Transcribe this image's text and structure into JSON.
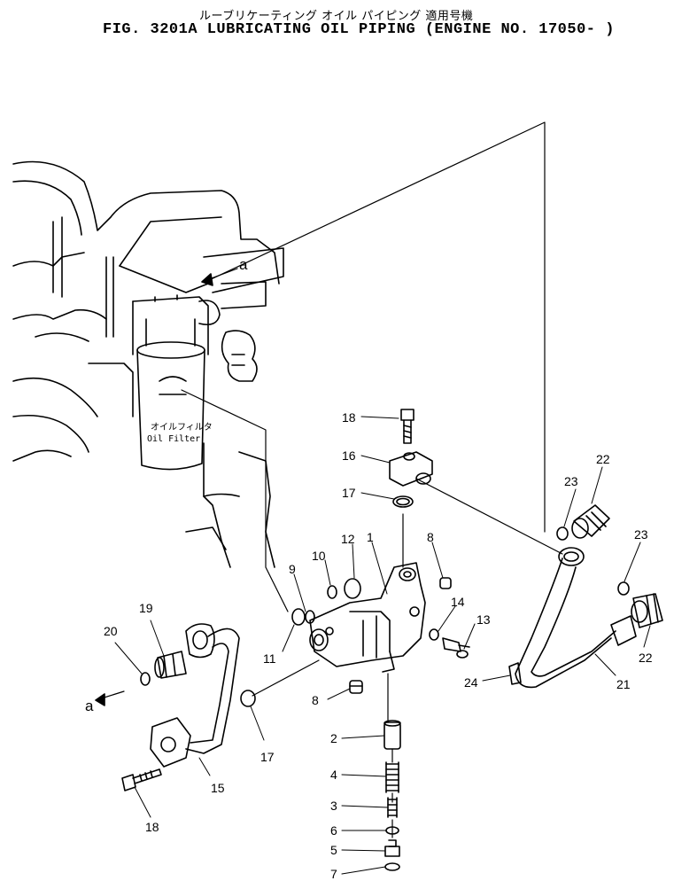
{
  "header": {
    "jp_title": "ルーブリケーティング オイル パイピング 適用号機",
    "en_title": "FIG. 3201A LUBRICATING OIL PIPING (ENGINE NO. 17050- )"
  },
  "filter": {
    "jp_label": "オイルフィルタ",
    "en_label": "Oil Filter"
  },
  "callouts": {
    "a_top": "a",
    "a_left": "a",
    "p1": "1",
    "p2": "2",
    "p3": "3",
    "p4": "4",
    "p5": "5",
    "p6": "6",
    "p7": "7",
    "p8a": "8",
    "p8b": "8",
    "p9": "9",
    "p10": "10",
    "p11": "11",
    "p12": "12",
    "p13": "13",
    "p14": "14",
    "p15": "15",
    "p16": "16",
    "p17a": "17",
    "p17b": "17",
    "p18a": "18",
    "p18b": "18",
    "p19": "19",
    "p20": "20",
    "p21": "21",
    "p22a": "22",
    "p22b": "22",
    "p23a": "23",
    "p23b": "23",
    "p24": "24"
  },
  "colors": {
    "ink": "#000000",
    "paper": "#ffffff"
  }
}
